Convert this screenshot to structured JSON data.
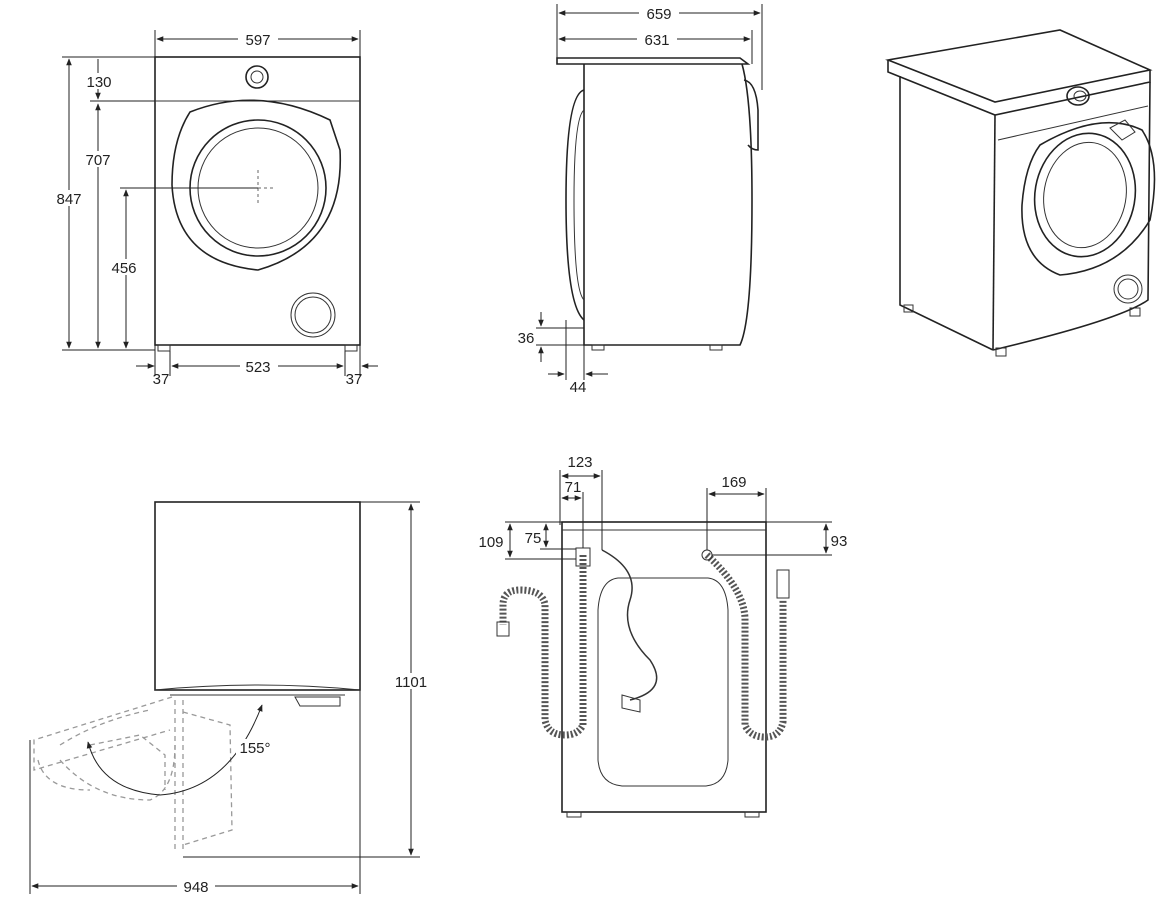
{
  "dimensions": {
    "front_width": "597",
    "front_top_panel": "130",
    "front_door_top": "707",
    "front_height": "847",
    "front_door_center": "456",
    "foot_left": "37",
    "foot_span": "523",
    "foot_right": "37",
    "side_depth_total": "659",
    "side_depth_body": "631",
    "side_foot_height": "36",
    "side_foot_offset": "44",
    "top_open_depth": "1101",
    "top_open_width": "948",
    "door_angle": "155°",
    "back_inlet_offset": "123",
    "back_cable_offset": "71",
    "back_inlet_height": "109",
    "back_cable_height": "75",
    "back_drain_offset": "169",
    "back_drain_height": "93"
  },
  "colors": {
    "line": "#222222",
    "dashed": "#999999",
    "background": "#ffffff"
  }
}
